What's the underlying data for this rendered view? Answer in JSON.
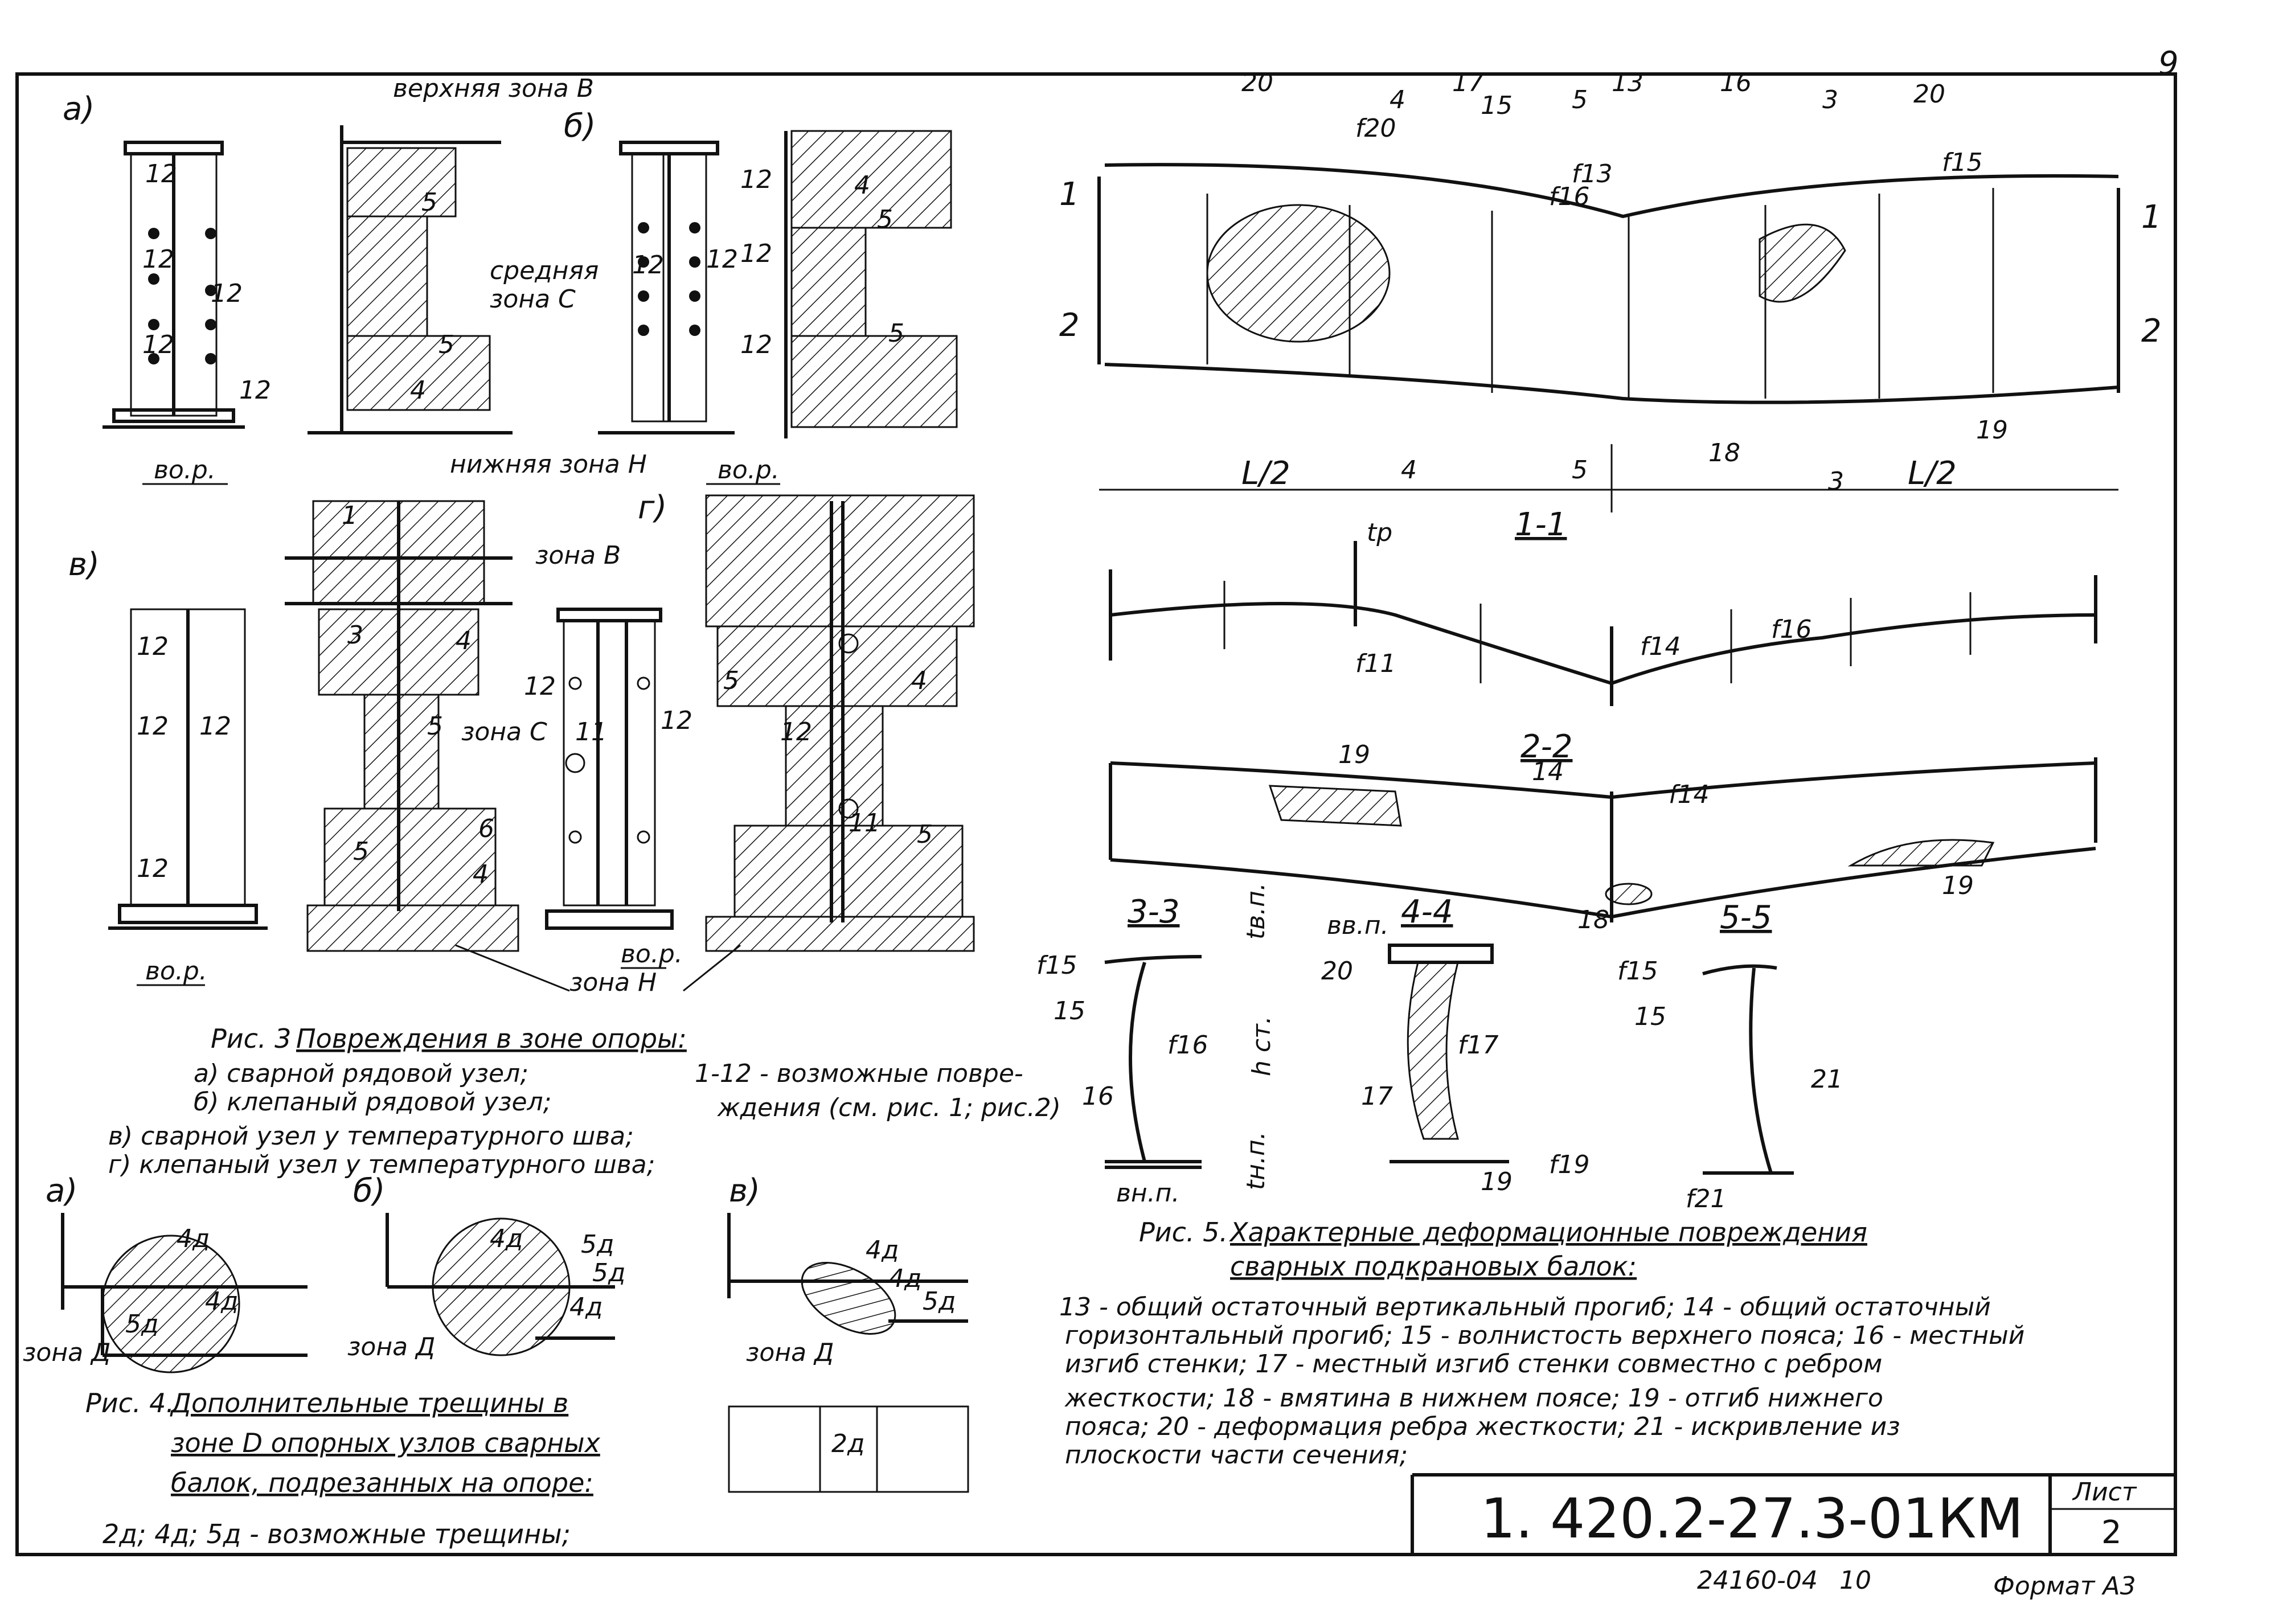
{
  "sheet": {
    "page_number": "9",
    "drawing_code": "1. 420.2-27.3-01КМ",
    "sheet_label": "Лист",
    "sheet_number": "2",
    "inventory": "24160-04",
    "inventory_sheet": "10",
    "format": "Формат А3"
  },
  "fig3": {
    "panel_a": "а)",
    "panel_b": "б)",
    "panel_v": "в)",
    "panel_g": "г)",
    "zone_top": "верхняя зона В",
    "zone_mid_1": "средняя",
    "zone_mid_2": "зона С",
    "zone_bottom": "нижняя зона Н",
    "zone_b_short": "зона В",
    "zone_c_short": "зона С",
    "zone_h_short": "зона Н",
    "support_width": "вo.р.",
    "num_12": "12",
    "num_5": "5",
    "num_4": "4",
    "num_3": "3",
    "num_11": "11",
    "num_6": "6",
    "num_1": "1",
    "caption_prefix": "Рис. 3",
    "caption_title": "Повреждения в зоне опоры:",
    "items": [
      "а) сварной рядовой узел;",
      "б) клепаный рядовой узел;",
      "в) сварной узел у температурного шва;",
      "г) клепаный узел у температурного шва;"
    ],
    "note_1": "1-12 - возможные повре-",
    "note_2": "ждения (см. рис. 1; рис.2)"
  },
  "fig4": {
    "panel_a": "а)",
    "panel_b": "б)",
    "panel_v": "в)",
    "zone_d": "зона Д",
    "crack_4": "4д",
    "crack_5": "5д",
    "crack_2": "2д",
    "caption_prefix": "Рис. 4.",
    "caption_1": "Дополнительные трещины в",
    "caption_2": "зоне D опорных узлов сварных",
    "caption_3": "балок, подрезанных на опоре:",
    "legend": "2д; 4д; 5д - возможные трещины;"
  },
  "fig5": {
    "labels": [
      "20",
      "17",
      "15",
      "13",
      "16",
      "20",
      "18",
      "19",
      "14",
      "19",
      "18",
      "21",
      "15",
      "15",
      "16",
      "17",
      "20",
      "19"
    ],
    "l20a": "20",
    "l17": "17",
    "l15": "15",
    "l13": "13",
    "l16": "16",
    "l20b": "20",
    "l18": "18",
    "l19": "19",
    "l14": "14",
    "l21": "21",
    "f20": "f20",
    "f16": "f16",
    "f13": "f13",
    "f15": "f15",
    "f11": "f11",
    "f14": "f14",
    "f17": "f17",
    "f19": "f19",
    "f21": "f21",
    "tp": "tр",
    "sec_1": "1-1",
    "sec_2": "2-2",
    "sec_3": "3-3",
    "sec_4": "4-4",
    "sec_5": "5-5",
    "cut_1": "1",
    "cut_2": "2",
    "cut_3": "3",
    "cut_4": "4",
    "cut_5": "5",
    "half_span": "L/2",
    "h_st": "h ст.",
    "t_vp": "tв.п.",
    "t_np": "tн.п.",
    "b_vp": "вв.п.",
    "b_np": "вн.п.",
    "caption_prefix": "Рис. 5.",
    "caption_1": "Характерные деформационные повреждения",
    "caption_2": "сварных подкрановых балок:",
    "legend_lines": [
      "13 - общий остаточный вертикальный прогиб; 14 - общий остаточный",
      "горизонтальный прогиб; 15 - волнистость верхнего пояса; 16 - местный",
      "изгиб стенки; 17 - местный изгиб стенки совместно с ребром",
      "жесткости; 18 - вмятина в нижнем поясе; 19 - отгиб нижнего",
      "пояса; 20 - деформация ребра жесткости; 21 - искривление из",
      "плоскости части сечения;"
    ]
  },
  "colors": {
    "ink": "#111111",
    "paper": "#ffffff"
  }
}
